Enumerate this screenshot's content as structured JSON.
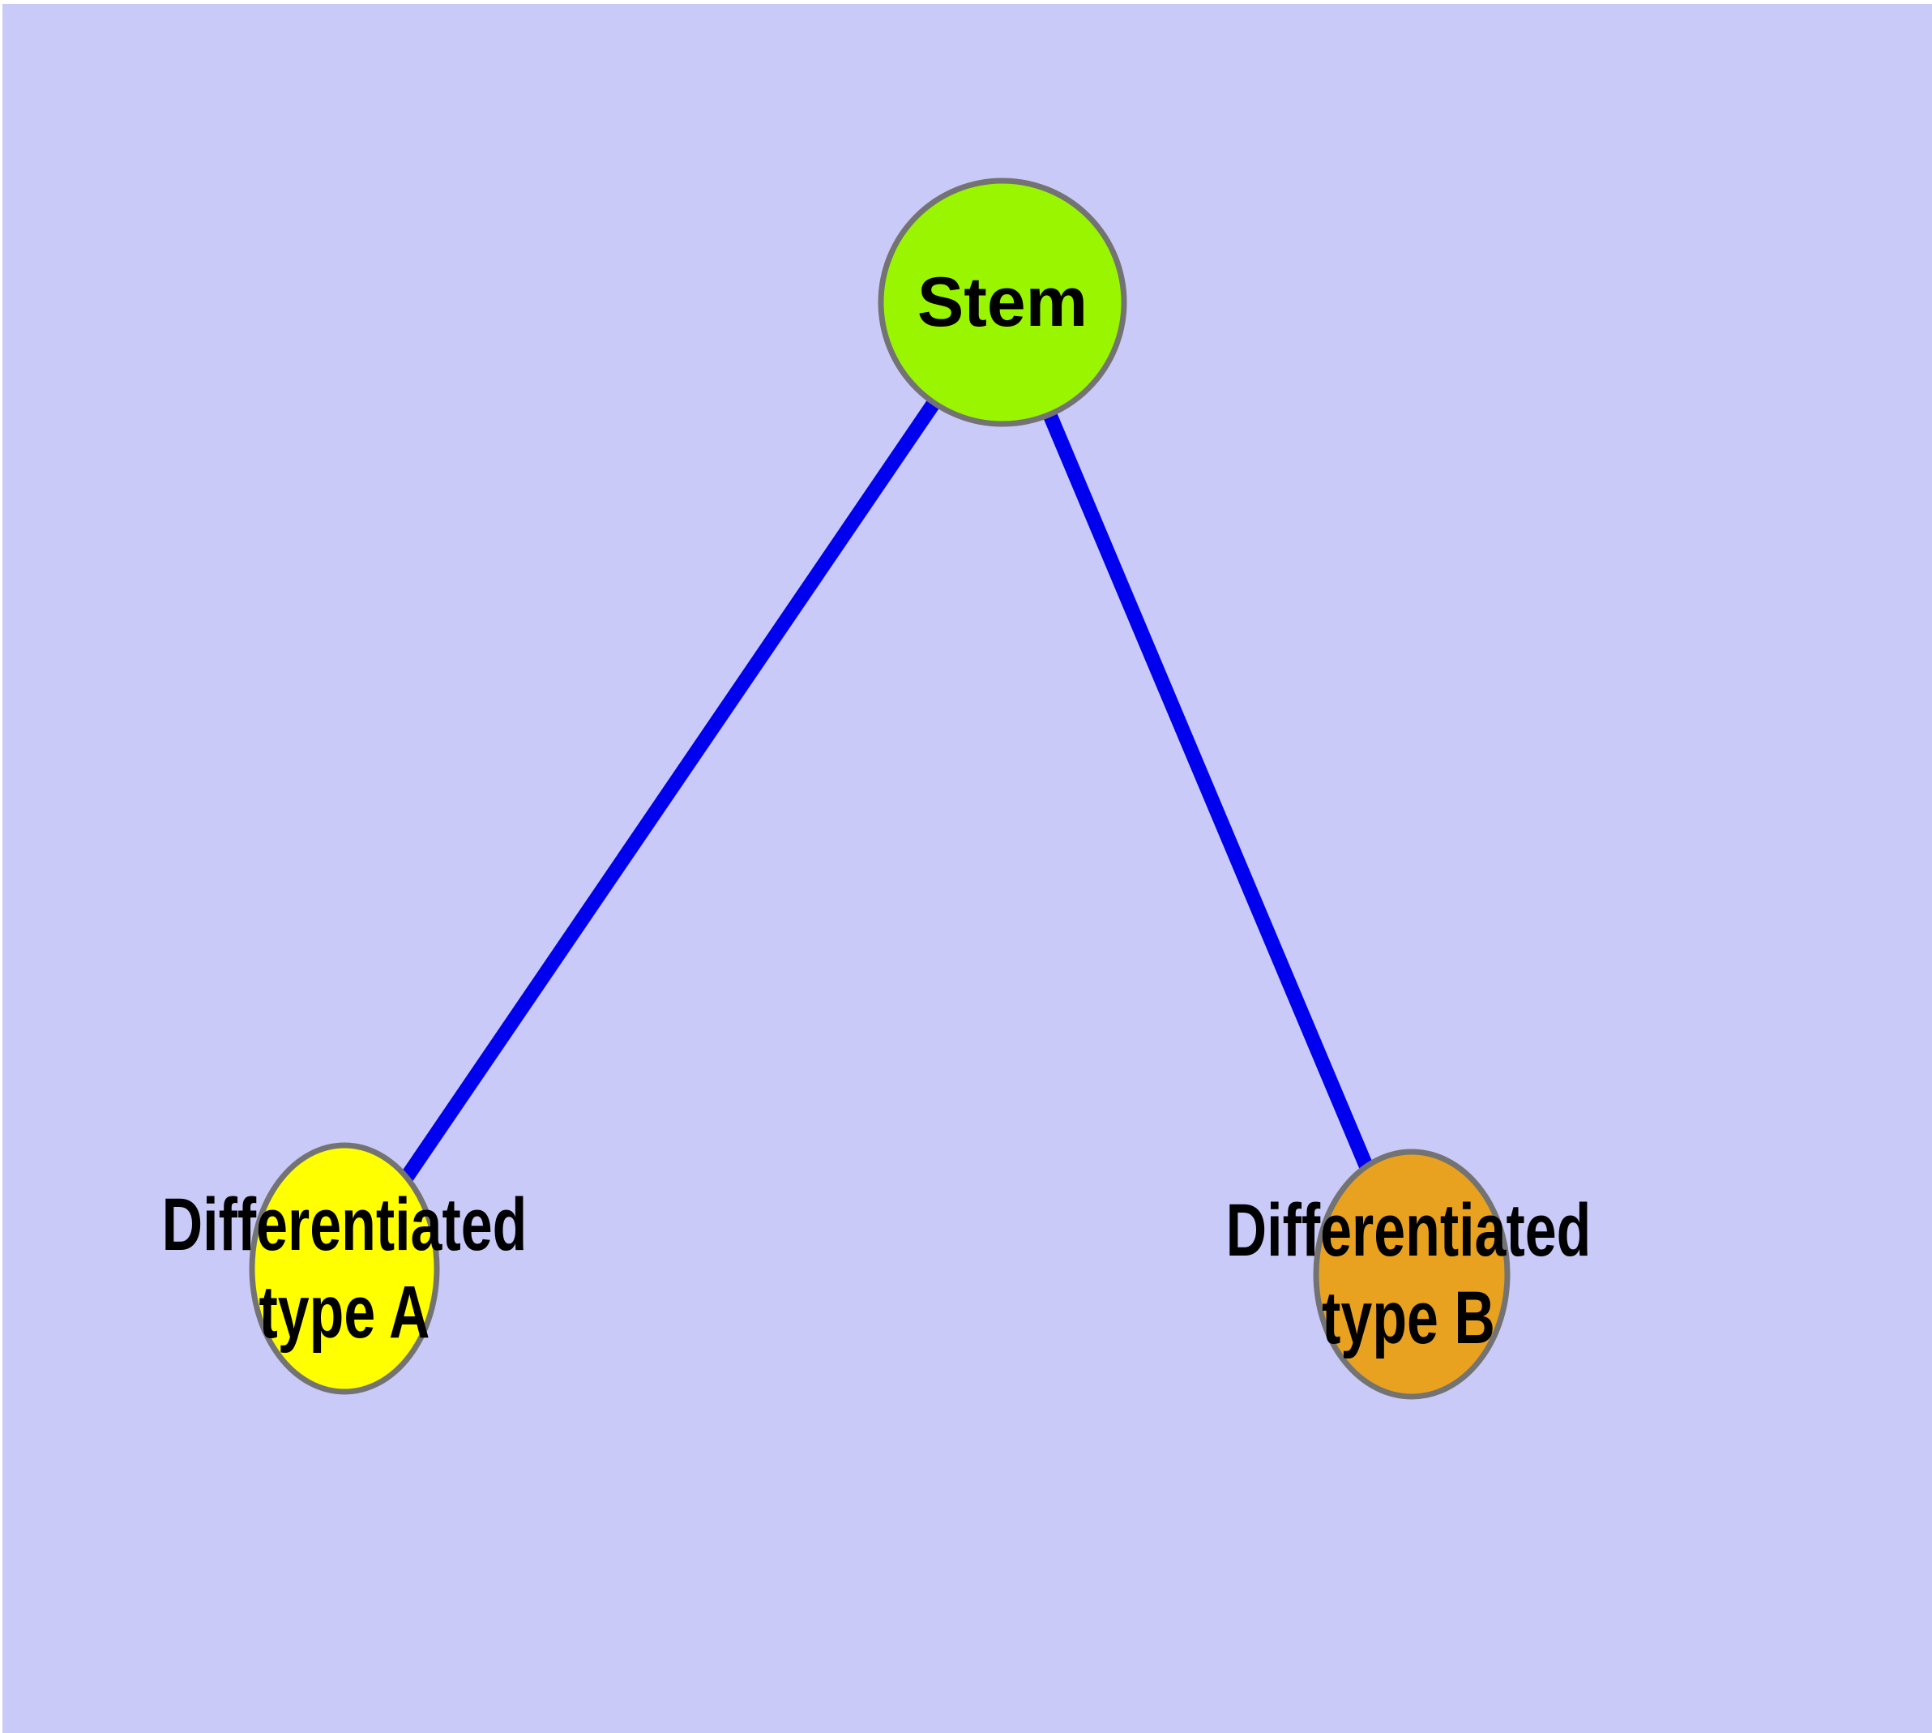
{
  "diagram": {
    "background_color": "#CACAF8",
    "frame_color": "#FFFFFF",
    "edge_color": "#0000EE",
    "node_border_color": "#737373",
    "text_color": "#000000",
    "nodes": {
      "stem": {
        "label": "Stem",
        "fill": "#9AF600"
      },
      "type_a": {
        "label_line1": "Differentiated",
        "label_line2": "type A",
        "fill": "#FFFF00"
      },
      "type_b": {
        "label_line1": "Differentiated",
        "label_line2": "type B",
        "fill": "#E9A120"
      }
    },
    "edges": [
      {
        "from": "stem",
        "to": "type_a"
      },
      {
        "from": "stem",
        "to": "type_b"
      }
    ]
  }
}
